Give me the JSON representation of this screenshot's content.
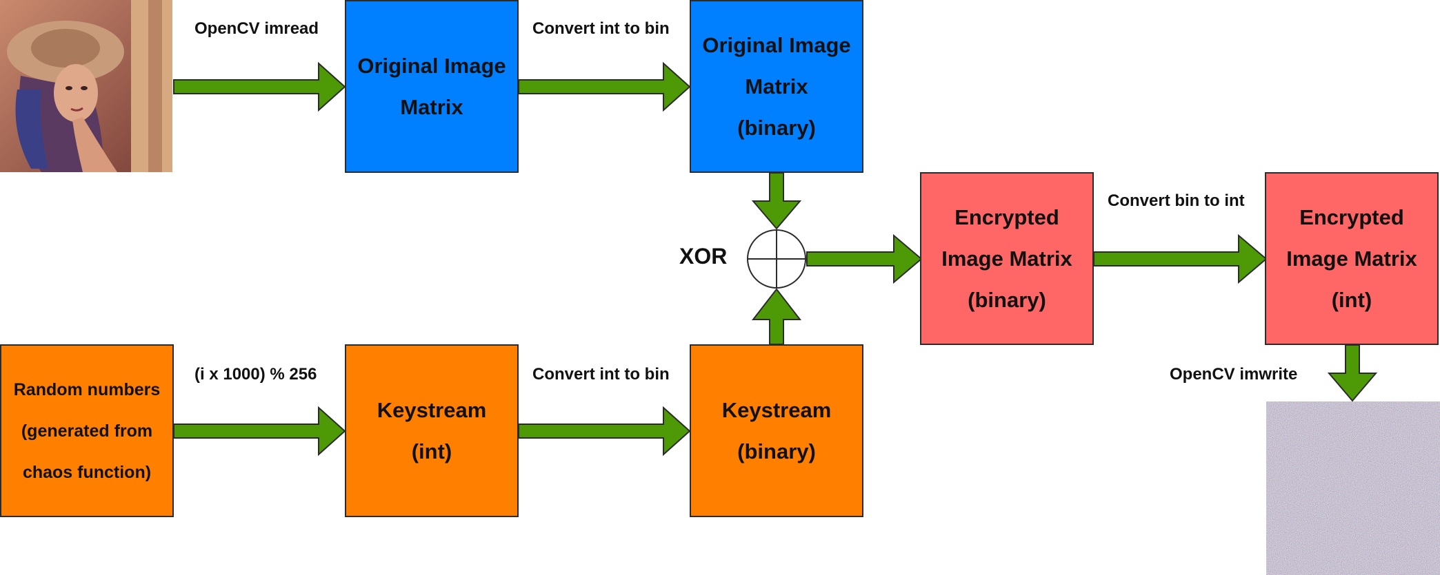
{
  "colors": {
    "arrow": "#4e9a06",
    "blue": "#0080ff",
    "orange": "#ff8000",
    "red": "#ff6666"
  },
  "labels": {
    "imread": "OpenCV imread",
    "int_to_bin_top": "Convert int to bin",
    "modulo": "(i x 1000) % 256",
    "int_to_bin_bottom": "Convert int to bin",
    "bin_to_int": "Convert bin to int",
    "imwrite": "OpenCV imwrite",
    "xor": "XOR"
  },
  "boxes": {
    "original_matrix": [
      "Original Image",
      "Matrix"
    ],
    "original_binary": [
      "Original Image",
      "Matrix",
      "(binary)"
    ],
    "random_numbers": [
      "Random numbers",
      "(generated from",
      "chaos function)"
    ],
    "keystream_int": [
      "Keystream",
      "(int)"
    ],
    "keystream_binary": [
      "Keystream",
      "(binary)"
    ],
    "encrypted_binary": [
      "Encrypted",
      "Image Matrix",
      "(binary)"
    ],
    "encrypted_int": [
      "Encrypted",
      "Image Matrix",
      "(int)"
    ]
  },
  "images": {
    "input": "photo-of-woman-in-hat",
    "output": "noise-encrypted-image"
  }
}
